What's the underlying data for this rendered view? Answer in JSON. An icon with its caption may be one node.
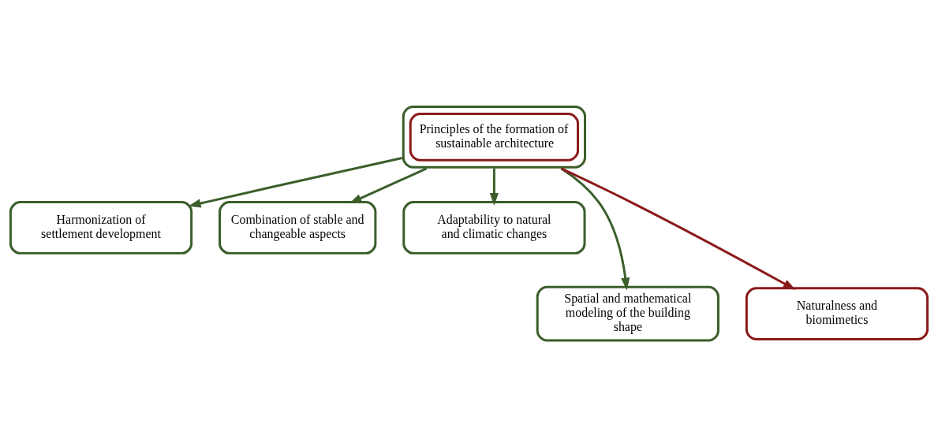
{
  "diagram": {
    "nodes": [
      {
        "text": [
          "Principles of the formation of sustainable architecture"
        ]
      },
      {
        "text": [
          "Harmonization of settlement development"
        ]
      },
      {
        "text": [
          "Combination of stable and changeable aspects"
        ]
      },
      {
        "text": [
          "Adaptability to natural and climatic changes"
        ]
      },
      {
        "text": [
          "Spatial and mathematical modeling of the building shape"
        ]
      },
      {
        "text": [
          "Naturalness and biomimetics"
        ]
      }
    ],
    "edges": [
      {
        "from": 0,
        "to": 1,
        "arrow": "to"
      },
      {
        "from": 0,
        "to": 2,
        "arrow": "to"
      },
      {
        "from": 0,
        "to": 3,
        "arrow": "to"
      },
      {
        "from": 0,
        "to": 4,
        "arrow": "to"
      },
      {
        "from": 0,
        "to": 5,
        "arrow": "to",
        "color": "#8b1a1a"
      }
    ]
  }
}
